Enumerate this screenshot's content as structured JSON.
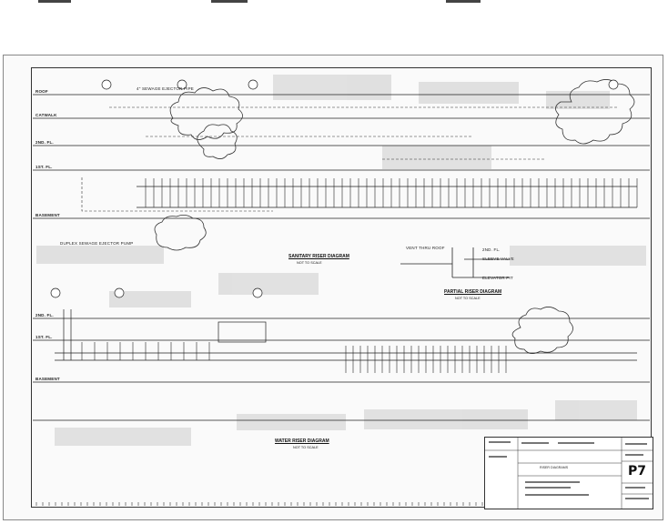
{
  "sheet": {
    "number": "P7",
    "title_block_drawing_title": "RISER DIAGRAMS"
  },
  "sanitary": {
    "title": "SANITARY RISER DIAGRAM",
    "scale": "NOT TO SCALE",
    "level_labels": [
      "ROOF",
      "CATWALK",
      "2ND. FL.",
      "1ST. FL.",
      "BASEMENT"
    ],
    "note_ejector": "DUPLEX SEWAGE EJECTOR PUMP",
    "note_stub": "4\" SEWAGE EJECTOR PIPE"
  },
  "partial": {
    "title": "PARTIAL RISER DIAGRAM",
    "scale": "NOT TO SCALE",
    "labels": [
      "VENT THRU ROOF",
      "2ND. FL.",
      "SLEEVE VALVE",
      "ELEVATOR PIT"
    ]
  },
  "water": {
    "title": "WATER RISER DIAGRAM",
    "scale": "NOT TO SCALE",
    "level_labels": [
      "2ND. FL.",
      "1ST. FL.",
      "BASEMENT"
    ]
  }
}
